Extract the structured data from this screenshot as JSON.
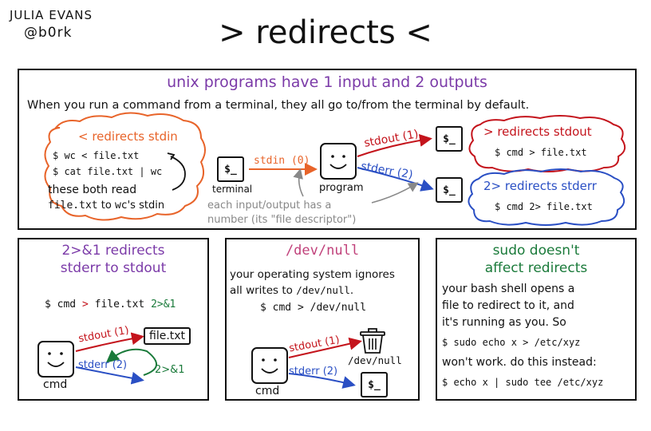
{
  "author": {
    "name": "JULIA EVANS",
    "handle": "@b0rk"
  },
  "title": "> redirects <",
  "colors": {
    "purple": "#7b3aa8",
    "orange": "#e8642a",
    "red": "#c4141c",
    "blue": "#2a4fc4",
    "green": "#1a7a3a",
    "gray": "#888888",
    "pink": "#c0407a"
  },
  "top": {
    "heading": "unix programs have 1 input and 2 outputs",
    "intro": "When you run a command from a terminal, they all go to/from the terminal by default.",
    "stdin_cloud": {
      "title": "< redirects stdin",
      "cmd1": "$ wc < file.txt",
      "cmd2": "$ cat file.txt | wc",
      "note1": "these both read",
      "note2_a": "file.txt",
      "note2_b": " to ",
      "note2_c": "wc",
      "note2_d": "'s stdin"
    },
    "terminal_label": "terminal",
    "terminal_icon": "$_",
    "stdin_label": "stdin (0)",
    "program_label": "program",
    "stdout_label": "stdout (1)",
    "stderr_label": "stderr (2)",
    "fd_note1": "each input/output has a",
    "fd_note2": "number (its \"file descriptor\")",
    "stdout_cloud": {
      "title": "> redirects stdout",
      "cmd": "$ cmd > file.txt"
    },
    "stderr_cloud": {
      "title": "2> redirects stderr",
      "cmd": "$ cmd 2> file.txt"
    }
  },
  "panel_a": {
    "title1": "2>&1 redirects",
    "title2": "stderr to stdout",
    "cmd_pre": "$ cmd ",
    "cmd_gt": ">",
    "cmd_mid": " file.txt ",
    "cmd_redir": "2>&1",
    "stdout_label": "stdout (1)",
    "stderr_label": "stderr (2)",
    "file_label": "file.txt",
    "arrow_label": "2>&1",
    "cmd_label": "cmd"
  },
  "panel_b": {
    "title": "/dev/null",
    "text1": "your operating system ignores",
    "text2a": "all writes to ",
    "text2b": "/dev/null",
    "text2c": ".",
    "cmd": "$ cmd > /dev/null",
    "stdout_label": "stdout (1)",
    "stderr_label": "stderr (2)",
    "devnull_label": "/dev/null",
    "cmd_label": "cmd",
    "terminal_icon": "$_"
  },
  "panel_c": {
    "title1": "sudo doesn't",
    "title2": "affect redirects",
    "text1": "your bash shell opens a",
    "text2": "file to redirect to it, and",
    "text3": "it's running as you. So",
    "cmd1": "$ sudo echo x > /etc/xyz",
    "text4": "won't work. do this instead:",
    "cmd2": "$ echo x | sudo tee /etc/xyz"
  }
}
